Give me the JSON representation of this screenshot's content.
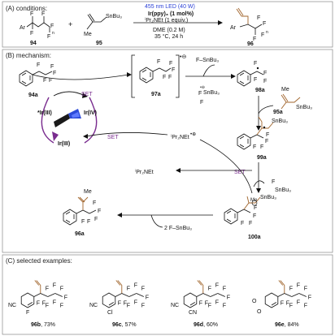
{
  "colors": {
    "purple": "#7a2d8f",
    "blue": "#2a3fd6",
    "brown": "#a0642b",
    "frame": "#888888"
  },
  "section_a": {
    "title": "(A) conditions:",
    "reagent_ar": "Ar",
    "reagent_f": "F",
    "reagent_n": "n",
    "plus": "+",
    "sn": "SnBu₃",
    "me": "Me",
    "cond_light": "455 nm LED (40 W)",
    "cond_cat": "Ir(ppy)₃ (1 mol%)",
    "cond_base": "ⁱPr₂NEt (1 equiv.)",
    "cond_solvent": "DME (0.2 M)",
    "cond_temp": "35 °C, 24 h",
    "label_94": "94",
    "label_95": "95",
    "label_96": "96"
  },
  "section_b": {
    "title": "(B) mechanism:",
    "label_94a": "94a",
    "label_97a": "97a",
    "label_98a": "98a",
    "label_95a": "95a",
    "label_99a": "99a",
    "label_100a": "100a",
    "label_96a": "96a",
    "set1": "SET",
    "set2": "SET",
    "set3": "SET",
    "ir_star": "*Ir(III)",
    "ir_iv": "Ir(IV)",
    "ir_iii": "Ir(III)",
    "amine_rad": "ⁱPr₂NEt",
    "amine": "ⁱPr₂NEt",
    "f_snbu3": "F–SnBu₃",
    "f_snbu3_2": "2  F–SnBu₃",
    "snbu3": "SnBu₃",
    "radical_anion": "•⊖",
    "f": "F",
    "me": "Me"
  },
  "section_c": {
    "title": "(C) selected examples:",
    "examples": [
      {
        "id": "96b",
        "yield": ", 73%",
        "sub1": "NC",
        "sub2": "F"
      },
      {
        "id": "96c",
        "yield": ", 57%",
        "sub1": "NC",
        "sub2": "Cl"
      },
      {
        "id": "96d",
        "yield": ", 60%",
        "sub1": "NC",
        "sub2": "CN"
      },
      {
        "id": "96e",
        "yield": ", 84%",
        "sub1": "O",
        "sub2": "O"
      }
    ]
  }
}
